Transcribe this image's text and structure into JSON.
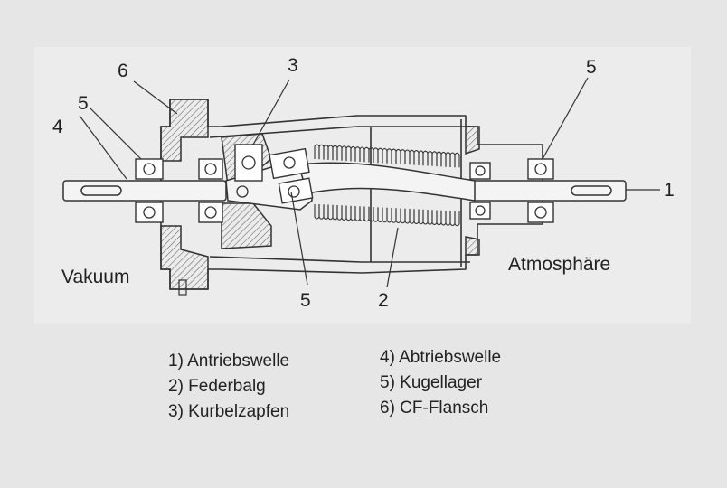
{
  "labels": {
    "vakuum": "Vakuum",
    "atmosphaere": "Atmosphäre",
    "n1": "1",
    "n2": "2",
    "n3": "3",
    "n4": "4",
    "n5a": "5",
    "n5b": "5",
    "n5c": "5",
    "n6": "6"
  },
  "legend": {
    "left": [
      "1) Antriebswelle",
      "2) Federbalg",
      "3) Kurbelzapfen"
    ],
    "right": [
      "4) Abtriebswelle",
      "5) Kugellager",
      "6) CF-Flansch"
    ]
  },
  "colors": {
    "background": "#e6e6e6",
    "line": "#333333",
    "hatch": "#6a6a6a",
    "panel": "#ededed"
  }
}
